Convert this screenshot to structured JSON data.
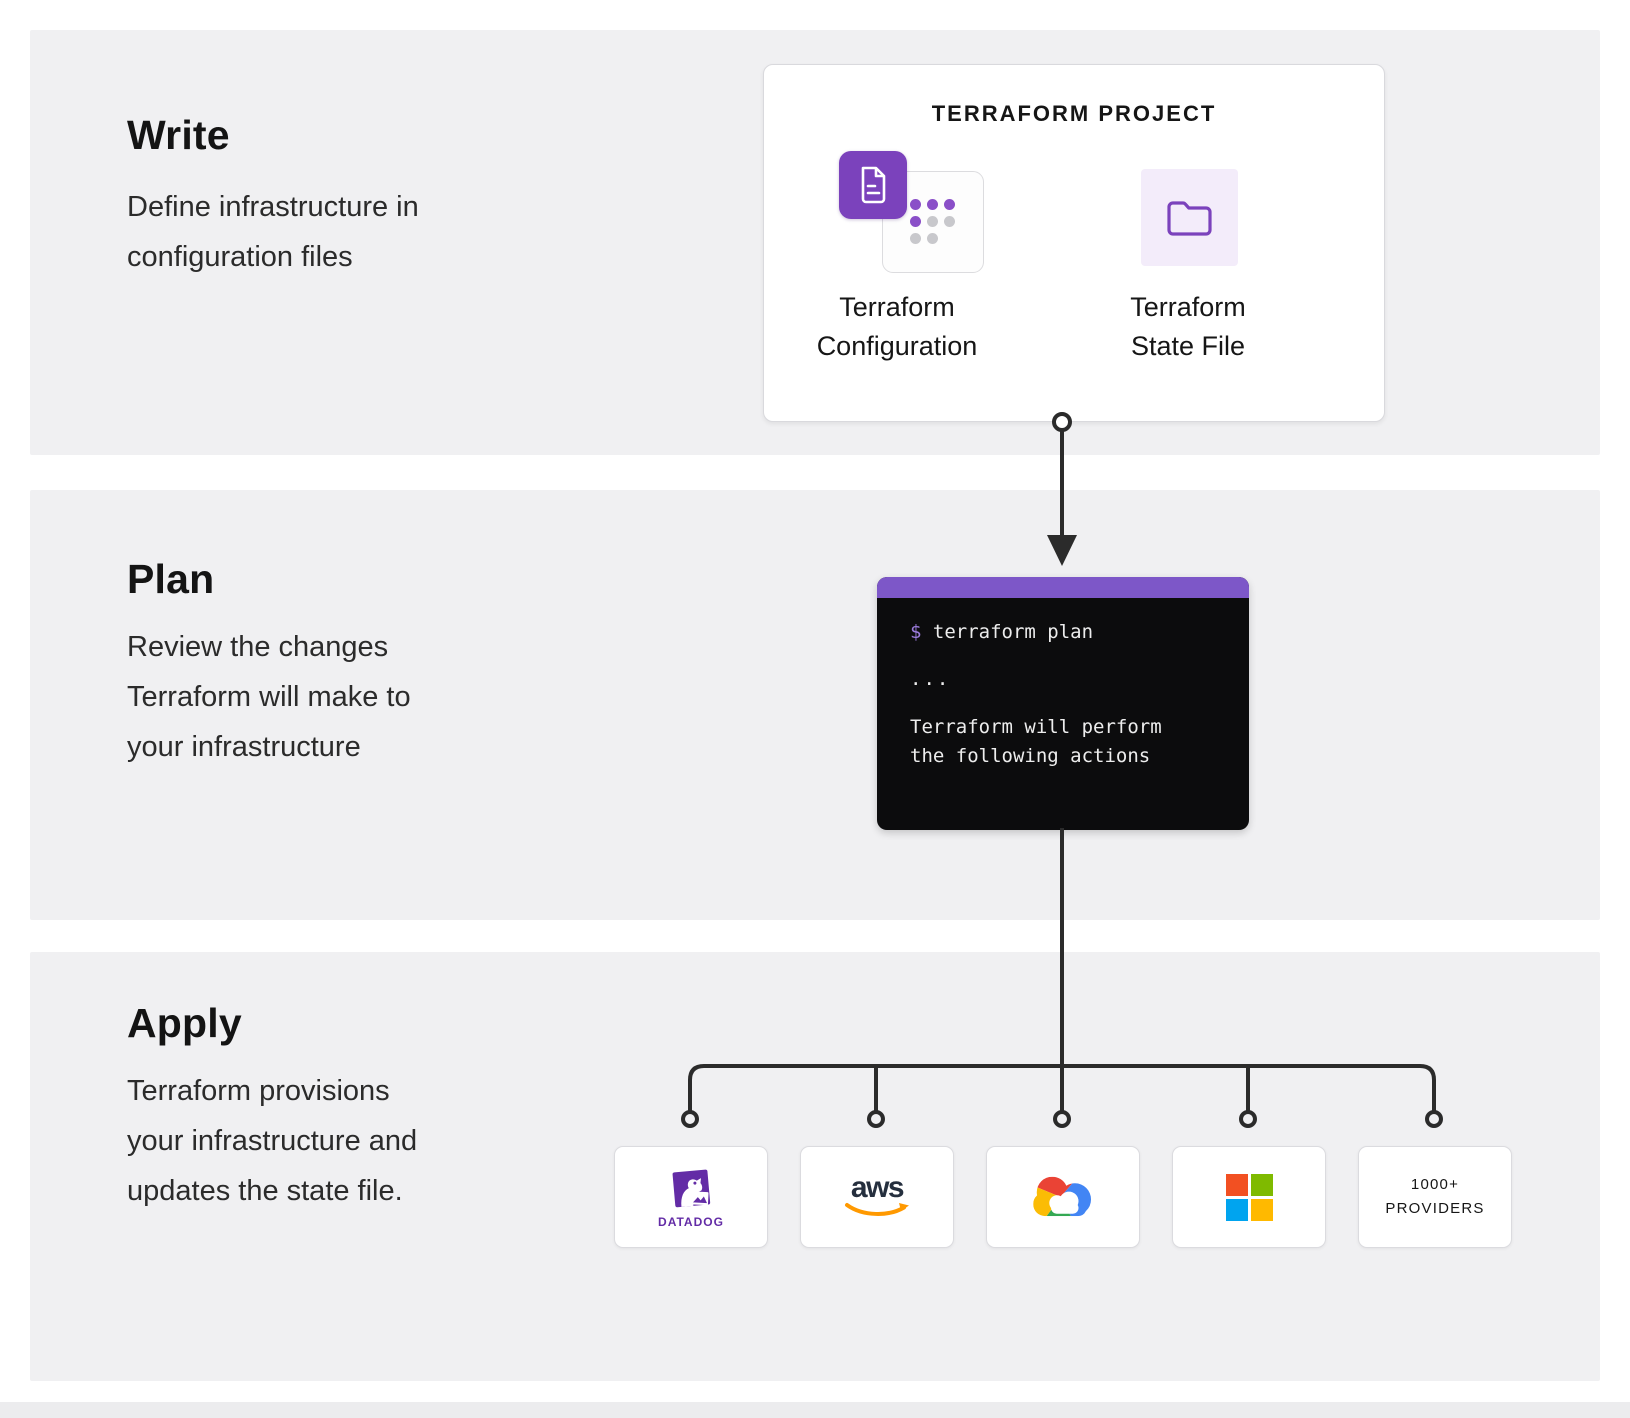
{
  "sections": {
    "write": {
      "title": "Write",
      "desc_lines": [
        "Define infrastructure in",
        "configuration files"
      ]
    },
    "plan": {
      "title": "Plan",
      "desc_lines": [
        "Review the changes",
        "Terraform will make to",
        "your infrastructure"
      ]
    },
    "apply": {
      "title": "Apply",
      "desc_lines": [
        "Terraform provisions",
        "your infrastructure and",
        "updates the state file."
      ]
    }
  },
  "project_card": {
    "title": "TERRAFORM PROJECT",
    "items": [
      {
        "label_lines": [
          "Terraform",
          "Configuration"
        ]
      },
      {
        "label_lines": [
          "Terraform",
          "State File"
        ]
      }
    ]
  },
  "terminal": {
    "prompt": "$",
    "command": " terraform plan",
    "ellipsis": "...",
    "output_lines": [
      "Terraform will perform",
      "the following actions"
    ]
  },
  "providers": [
    {
      "name": "Datadog",
      "label": "DATADOG"
    },
    {
      "name": "AWS",
      "word": "aws"
    },
    {
      "name": "Google Cloud"
    },
    {
      "name": "Microsoft"
    },
    {
      "name": "1000+ Providers",
      "lines": [
        "1000+",
        "PROVIDERS"
      ]
    }
  ],
  "colors": {
    "band_bg": "#f0f0f2",
    "accent_purple": "#7B42BC",
    "light_purple_tile": "#f3ecfa",
    "terminal_bg": "#0c0c0d",
    "terminal_header": "#7d57c8",
    "terminal_text": "#ededed",
    "prompt_purple": "#9b7bdb",
    "connector": "#2b2b2b",
    "datadog_purple": "#632CA6",
    "aws_navy": "#252F3E",
    "aws_orange": "#FF9900",
    "ms_red": "#F25022",
    "ms_green": "#7FBA00",
    "ms_blue": "#00A4EF",
    "ms_yellow": "#FFB900",
    "gcp_red": "#EA4335",
    "gcp_blue": "#4285F4",
    "gcp_green": "#34A853",
    "gcp_yellow": "#FBBC05"
  }
}
